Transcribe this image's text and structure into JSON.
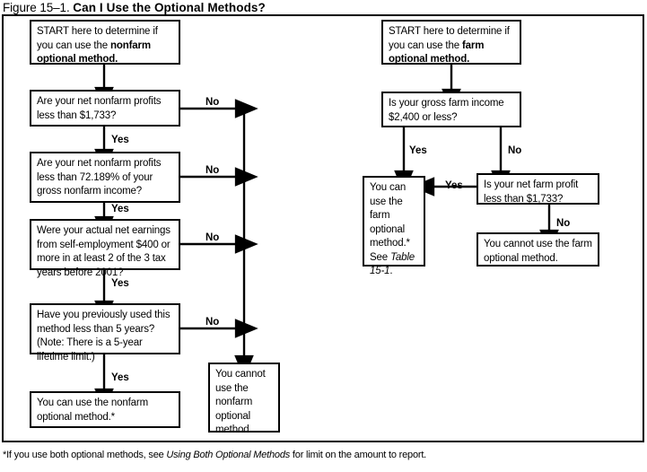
{
  "figure": {
    "number": "Figure 15–1.",
    "caption": "Can I Use the Optional Methods?"
  },
  "nonfarm": {
    "start": {
      "line1": "START here to determine if",
      "line2_prefix": "you can use the ",
      "line2_bold": "nonfarm",
      "line3_bold": "optional method."
    },
    "q1": "Are your net nonfarm profits less than $1,733?",
    "q1_no": "No",
    "q1_yes": "Yes",
    "q2": "Are your net nonfarm profits less than 72.189% of your gross nonfarm income?",
    "q2_no": "No",
    "q2_yes": "Yes",
    "q3": "Were your actual net earnings from self-employment $400 or more in at least 2 of the 3 tax years before 2001?",
    "q3_no": "No",
    "q3_yes": "Yes",
    "q4": "Have you previously used this method less than 5 years? (Note: There is a 5-year lifetime limit.)",
    "q4_no": "No",
    "q4_yes": "Yes",
    "can_use": "You can use the nonfarm optional method.*",
    "cannot_use": "You cannot use the nonfarm optional method."
  },
  "farm": {
    "start": {
      "line1": "START here to determine if",
      "line2_prefix": "you can use the ",
      "line2_bold": "farm",
      "line3_bold": "optional method."
    },
    "q1": "Is your gross farm income $2,400 or less?",
    "q1_yes": "Yes",
    "q1_no": "No",
    "q2": "Is your net farm profit less than $1,733?",
    "q2_yes": "Yes",
    "q2_no": "No",
    "can_use_plain": "You can use the farm optional method.* See ",
    "can_use_italic": "Table 15-1",
    "can_use_tail": ".",
    "cannot_use": "You cannot use the farm optional method."
  },
  "footnote": {
    "prefix": "*If you use both optional methods, see ",
    "italic": "Using Both Optional Methods",
    "suffix": " for limit on the amount to report."
  },
  "colors": {
    "ink": "#000000",
    "paper": "#ffffff"
  }
}
